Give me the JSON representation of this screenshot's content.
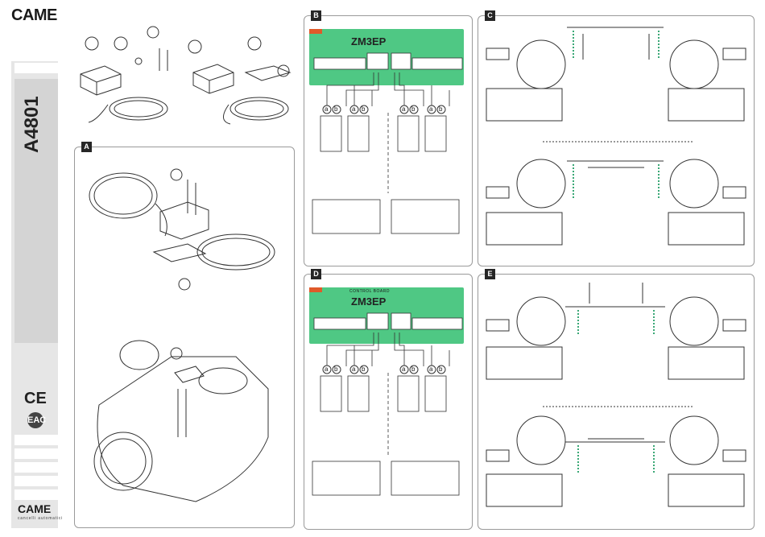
{
  "brand": "CAME",
  "brand_tagline": "cancelli automatici",
  "model_code": "A4801",
  "marks": {
    "ce": "CE",
    "eac": "EAC"
  },
  "panels": [
    {
      "id": "A",
      "label": "A"
    },
    {
      "id": "B",
      "label": "B",
      "board": "ZM3EP",
      "terminal_labels": [
        "a",
        "b",
        "a",
        "b",
        "a",
        "b",
        "a",
        "b"
      ]
    },
    {
      "id": "C",
      "label": "C"
    },
    {
      "id": "D",
      "label": "D",
      "board": "ZM3EP",
      "board_caption": "CONTROL BOARD",
      "terminal_labels": [
        "a",
        "b",
        "a",
        "b",
        "a",
        "b",
        "a",
        "b"
      ]
    },
    {
      "id": "E",
      "label": "E"
    }
  ],
  "colors": {
    "dark": "#262626",
    "sidebar": "#e6e6e6",
    "board_green": "#4fc884",
    "hedge_green": "#3aa876",
    "board_orange": "#e05a2a"
  },
  "icons": [
    "ce-mark-icon",
    "eac-mark-icon",
    "rotation-arrow-icon",
    "limit-switch-icon"
  ]
}
